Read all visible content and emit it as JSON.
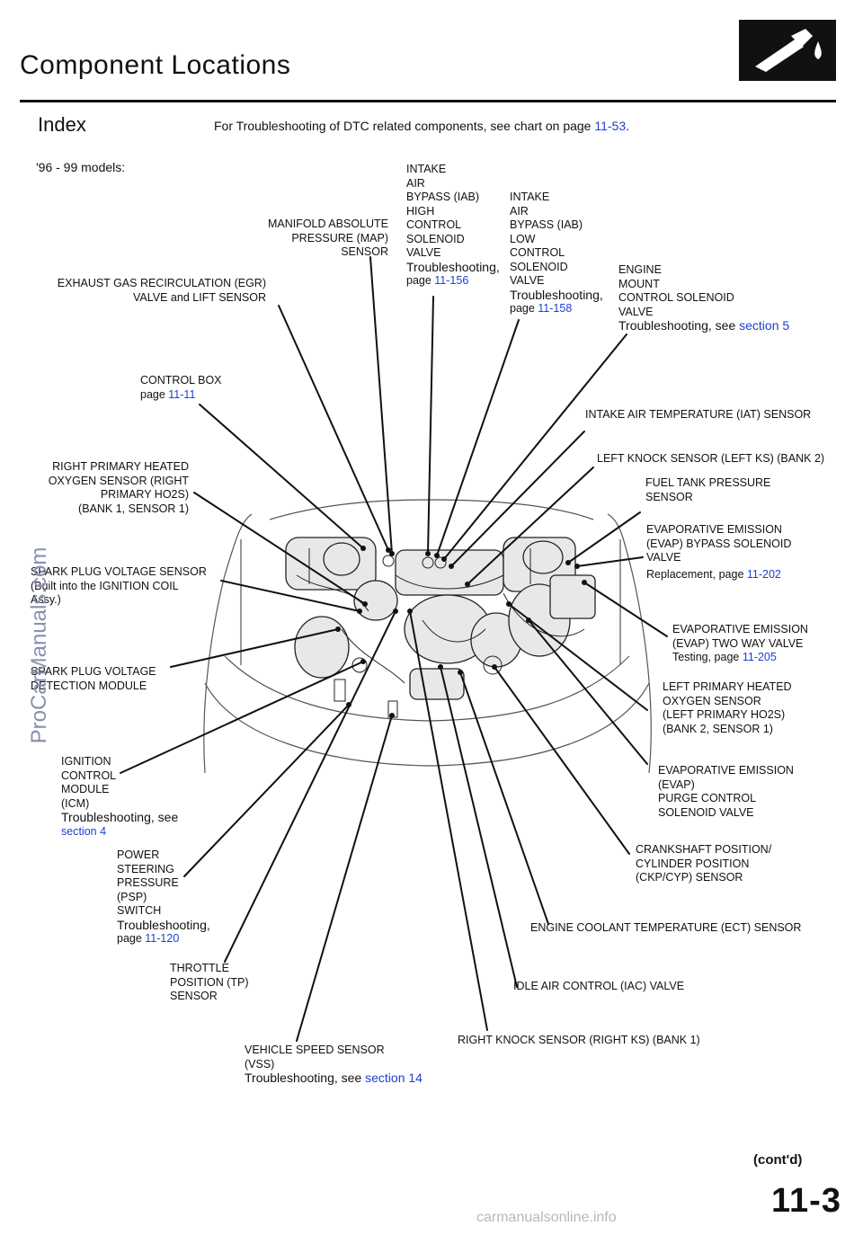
{
  "header": {
    "title": "Component Locations",
    "index_label": "Index",
    "note_prefix": "For Troubleshooting of DTC related components, see chart on page ",
    "note_link": "11-53",
    "note_suffix": ".",
    "models": "'96 - 99 models:"
  },
  "labels": {
    "egr": {
      "l1": "EXHAUST GAS RECIRCULATION (EGR)",
      "l2": "VALVE and LIFT SENSOR"
    },
    "map": {
      "l1": "MANIFOLD ABSOLUTE",
      "l2": "PRESSURE (MAP)",
      "l3": "SENSOR"
    },
    "iab_high": {
      "l1": "INTAKE",
      "l2": "AIR",
      "l3": "BYPASS (IAB)",
      "l4": "HIGH",
      "l5": "CONTROL",
      "l6": "SOLENOID",
      "l7": "VALVE",
      "l8": "Troubleshooting,",
      "page_prefix": "page ",
      "page": "11-156"
    },
    "iab_low": {
      "l1": "INTAKE",
      "l2": "AIR",
      "l3": "BYPASS (IAB)",
      "l4": "LOW",
      "l5": "CONTROL",
      "l6": "SOLENOID",
      "l7": "VALVE",
      "l8": "Troubleshooting,",
      "page_prefix": "page ",
      "page": "11-158"
    },
    "engine_mount": {
      "l1": "ENGINE",
      "l2": "MOUNT",
      "l3": "CONTROL SOLENOID",
      "l4": "VALVE",
      "l5": "Troubleshooting, see ",
      "link": "section 5"
    },
    "control_box": {
      "l1": "CONTROL BOX",
      "page_prefix": "page ",
      "page": "11-11"
    },
    "iat": {
      "l1": "INTAKE AIR TEMPERATURE (IAT) SENSOR"
    },
    "left_ks": {
      "l1": "LEFT KNOCK SENSOR (LEFT KS) (BANK 2)"
    },
    "right_ho2s": {
      "l1": "RIGHT PRIMARY HEATED",
      "l2": "OXYGEN SENSOR (RIGHT",
      "l3": "PRIMARY HO2S)",
      "l4": "(BANK 1, SENSOR 1)"
    },
    "fuel_tank": {
      "l1": "FUEL TANK PRESSURE",
      "l2": "SENSOR"
    },
    "evap_bypass": {
      "l1": "EVAPORATIVE EMISSION",
      "l2": "(EVAP) BYPASS SOLENOID",
      "l3": "VALVE",
      "l4": "Replacement, page ",
      "page": "11-202"
    },
    "spark_plug_sensor": {
      "l1": "SPARK PLUG VOLTAGE SENSOR",
      "l2": "(Built into the IGNITION COIL",
      "l3": "Assy.)"
    },
    "evap_two_way": {
      "l1": "EVAPORATIVE EMISSION",
      "l2": "(EVAP) TWO WAY VALVE",
      "l3": "Testing, page ",
      "page": "11-205"
    },
    "spark_plug_module": {
      "l1": "SPARK PLUG VOLTAGE",
      "l2": "DETECTION MODULE"
    },
    "left_ho2s": {
      "l1": "LEFT PRIMARY HEATED",
      "l2": "OXYGEN SENSOR",
      "l3": "(LEFT PRIMARY HO2S)",
      "l4": "(BANK 2, SENSOR 1)"
    },
    "icm": {
      "l1": "IGNITION",
      "l2": "CONTROL",
      "l3": "MODULE",
      "l4": "(ICM)",
      "l5": "Troubleshooting, see",
      "link": "section 4"
    },
    "evap_purge": {
      "l1": "EVAPORATIVE EMISSION",
      "l2": "(EVAP)",
      "l3": "PURGE CONTROL",
      "l4": "SOLENOID VALVE"
    },
    "psp": {
      "l1": "POWER",
      "l2": "STEERING",
      "l3": "PRESSURE",
      "l4": "(PSP)",
      "l5": "SWITCH",
      "l6": "Troubleshooting,",
      "page_prefix": "page ",
      "page": "11-120"
    },
    "ckp": {
      "l1": "CRANKSHAFT POSITION/",
      "l2": "CYLINDER POSITION",
      "l3": "(CKP/CYP) SENSOR"
    },
    "ect": {
      "l1": "ENGINE COOLANT TEMPERATURE (ECT) SENSOR"
    },
    "tp": {
      "l1": "THROTTLE",
      "l2": "POSITION (TP)",
      "l3": "SENSOR"
    },
    "iac": {
      "l1": "IDLE AIR CONTROL (IAC) VALVE"
    },
    "right_ks": {
      "l1": "RIGHT KNOCK SENSOR (RIGHT KS) (BANK 1)"
    },
    "vss": {
      "l1": "VEHICLE SPEED SENSOR",
      "l2": "(VSS)",
      "l3": "Troubleshooting, see ",
      "link": "section 14"
    }
  },
  "footer": {
    "contd": "(cont'd)",
    "page_number": "11-3"
  },
  "watermarks": {
    "side": "ProCarManuals.com",
    "bottom": "carmanualsonline.info"
  },
  "logo_icon": "fuel-nozzle-icon"
}
